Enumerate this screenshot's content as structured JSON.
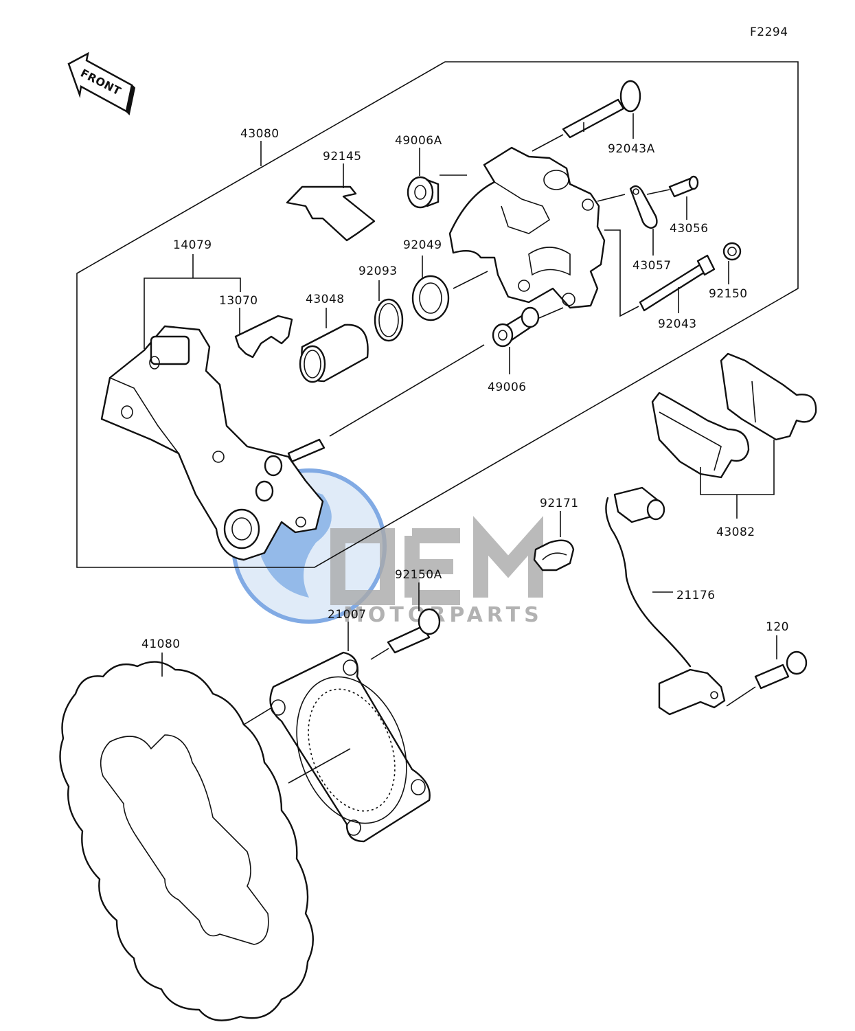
{
  "figure_code": "F2294",
  "front_label": "FRONT",
  "watermark": {
    "logo": "OEM",
    "text": "MOTORPARTS",
    "color": "#2d6fd0"
  },
  "parts": {
    "p43080": "43080",
    "p92145": "92145",
    "p49006A": "49006A",
    "p92043A": "92043A",
    "p43056": "43056",
    "p43057": "43057",
    "p92150": "92150",
    "p92043": "92043",
    "p14079": "14079",
    "p13070": "13070",
    "p43048": "43048",
    "p92093": "92093",
    "p92049": "92049",
    "p49006": "49006",
    "p43082": "43082",
    "p92171": "92171",
    "p21176": "21176",
    "p92150A": "92150A",
    "p21007": "21007",
    "p120": "120",
    "p41080": "41080"
  }
}
